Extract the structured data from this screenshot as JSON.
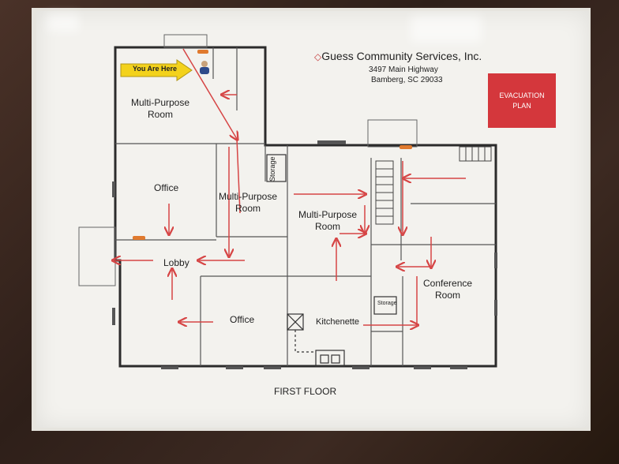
{
  "company": {
    "name": "Guess Community Services, Inc.",
    "address_line1": "3497 Main Highway",
    "address_line2": "Bamberg, SC 29033"
  },
  "evacuation_sign": {
    "line1": "EVACUATION",
    "line2": "PLAN"
  },
  "you_are_here": "You Are Here",
  "rooms": {
    "multi_purpose_1": {
      "line1": "Multi-Purpose",
      "line2": "Room"
    },
    "office_1": "Office",
    "multi_purpose_2": {
      "line1": "Multi-Purpose",
      "line2": "Room"
    },
    "multi_purpose_3": {
      "line1": "Multi-Purpose",
      "line2": "Room"
    },
    "lobby": "Lobby",
    "office_2": "Office",
    "conference": {
      "line1": "Conference",
      "line2": "Room"
    },
    "kitchenette": "Kitchenette",
    "storage_1": "Storage",
    "storage_2": "Storage"
  },
  "floor_label": "FIRST FLOOR",
  "colors": {
    "frame": "#3a2a22",
    "route_arrow": "#d64545",
    "sign": "#d4373c",
    "you_arrow": "#f3d21c"
  }
}
